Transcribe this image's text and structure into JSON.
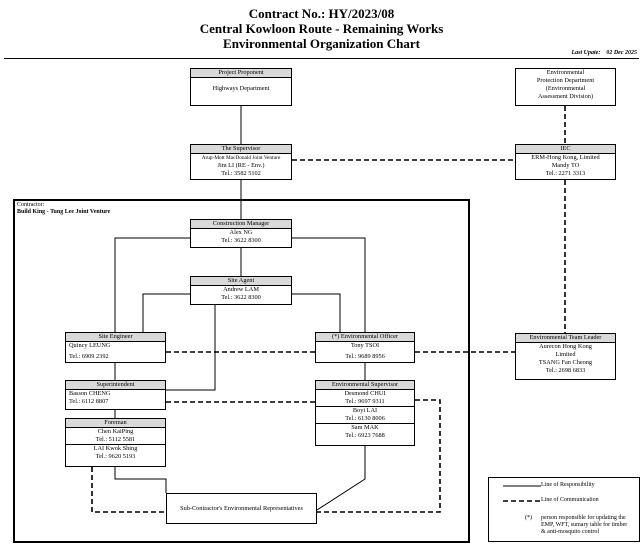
{
  "header": {
    "line1": "Contract No.: HY/2023/08",
    "line2": "Central Kowloon Route - Remaining Works",
    "line3": "Environmental Organization Chart",
    "last_update_label": "Last Upate:",
    "last_update_date": "02 Dec 2025"
  },
  "boxes": {
    "project_proponent": {
      "header": "Project Proponent",
      "lines": [
        "Highways Department"
      ]
    },
    "epd": {
      "lines": [
        "Environmental",
        "Protection Department",
        "(Environmental",
        "Assessment Division)"
      ]
    },
    "supervisor": {
      "header": "The Supervisor",
      "lines": [
        "Arup-Mott MacDonald Joint Venture",
        "Jim LI (RE - Env.)",
        "Tel.: 3582 5102"
      ]
    },
    "iec": {
      "header": "IEC",
      "lines": [
        "ERM-Hong Kong, Limited",
        "Mandy TO",
        "Tel.: 2271 3313"
      ]
    },
    "construction_manager": {
      "header": "Construction Manager",
      "lines": [
        "Alex NG",
        "Tel.: 3622 8300"
      ]
    },
    "site_agent": {
      "header": "Site Agent",
      "lines": [
        "Andrew LAM",
        "Tel.: 3622 8300"
      ]
    },
    "site_engineer": {
      "header": "Site Engineer",
      "lines": [
        "Quincy LEUNG",
        "Tel.: 6909 2392"
      ]
    },
    "env_officer": {
      "header": "(*) Environmental Officer",
      "lines": [
        "Tony TSOI",
        "Tel.: 9689 8956"
      ]
    },
    "env_team_leader": {
      "header": "Environmental Team Leader",
      "lines": [
        "Aurecon Hong Kong",
        "Limited",
        "TSANG Fan Cheong",
        "Tel.: 2698 6833"
      ]
    },
    "superintendent": {
      "header": "Superintendent",
      "lines": [
        "Basson CHENG",
        "Tel.: 6112 8807"
      ]
    },
    "foreman": {
      "header": "Foreman",
      "group1": [
        "Chen KaiPing",
        "Tel.: 5112 5581"
      ],
      "group2": [
        "LAI Kwok Shing",
        "Tel.: 9620 5193"
      ]
    },
    "env_supervisor": {
      "header": "Environmental Supervisor",
      "group1": [
        "Desmond CHUI",
        "Tel.: 9697 9311"
      ],
      "group2": [
        "Boyi LAI",
        "Tel.: 6130 8006"
      ],
      "group3": [
        "Sam MAK",
        "Tel.: 6923 7688"
      ]
    },
    "subcontractor": {
      "lines": [
        "Sub-Contractor's Environmental Representatives"
      ]
    }
  },
  "contractor": {
    "label": "Contractor:",
    "name": "Build King - Tung Lee Joint Venture"
  },
  "legend": {
    "responsibility": "Line of Responsibility",
    "communication": "Line of Communication",
    "asterisk": "(*)",
    "asterisk_note_1": "person responsible for updating the",
    "asterisk_note_2": "EMP, WFT, sumary table for timber",
    "asterisk_note_3": "& anti-mosquito control"
  }
}
